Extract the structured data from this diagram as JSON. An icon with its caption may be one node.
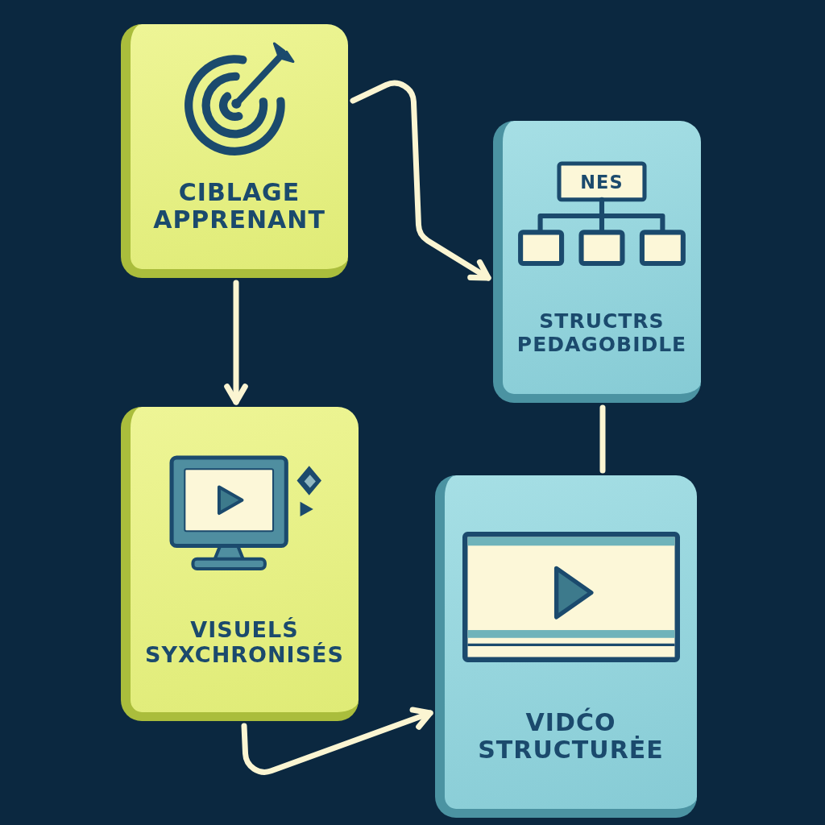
{
  "diagram": {
    "nodes": [
      {
        "text": [
          "CIBLAGE APPRENANT"
        ]
      },
      {
        "text": [
          "NES",
          "STRUCTRS PEDAGOBIDLE"
        ]
      },
      {
        "text": [
          "VISUELŚ SYXCHRONISÉS"
        ]
      },
      {
        "text": [
          "VIDĆO STRUCTURĖE"
        ]
      }
    ],
    "edges": [
      {
        "from": 0,
        "to": 1,
        "arrow": "to"
      },
      {
        "from": 0,
        "to": 2,
        "arrow": "to"
      },
      {
        "from": 1,
        "to": 3,
        "arrow": "none"
      },
      {
        "from": 2,
        "to": 3,
        "arrow": "to"
      }
    ]
  }
}
